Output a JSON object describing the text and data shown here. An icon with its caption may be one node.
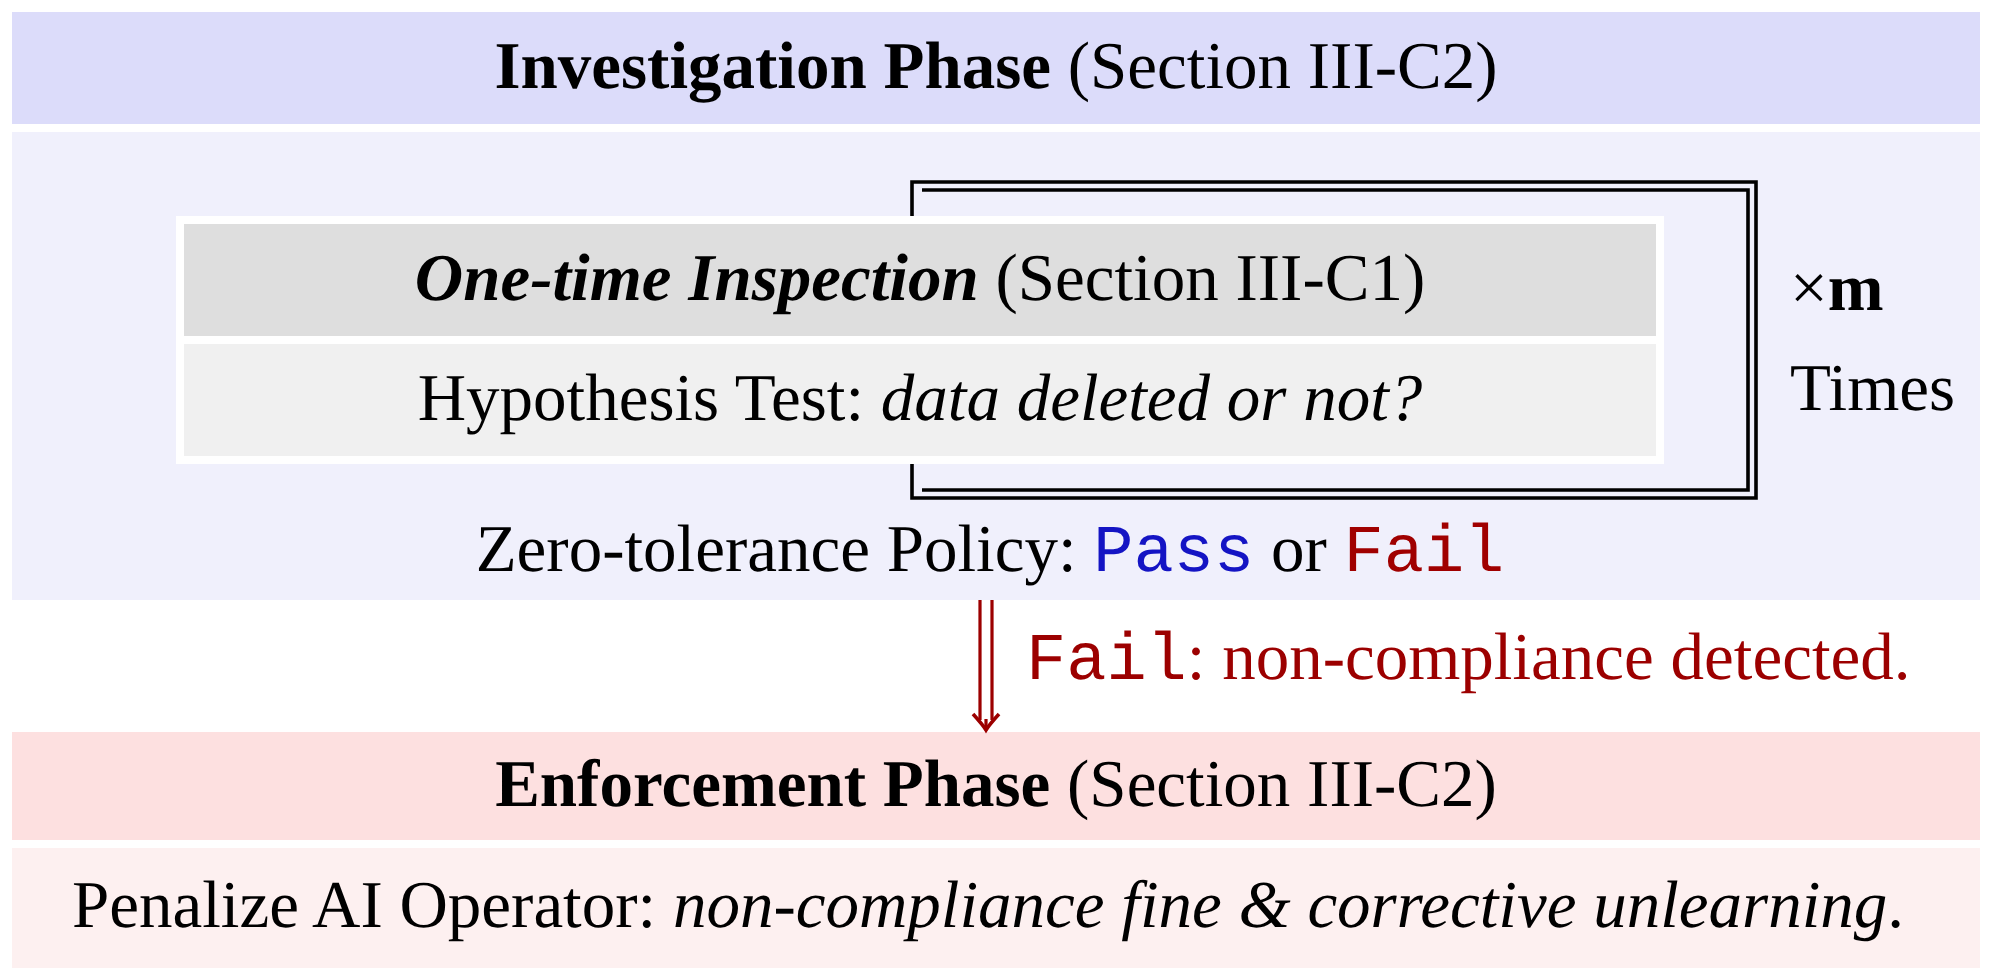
{
  "diagram": {
    "nodes": [
      {
        "text": [
          "**Investigation Phase** (Section III-C2)",
          "Zero-tolerance Policy: Pass or Fail"
        ]
      },
      {
        "text": [
          "**One-time Inspection** (Section III-C1)",
          "Hypothesis Test: *data deleted or not?*"
        ],
        "in": 0,
        "beside": [
          "×**m** Times"
        ]
      },
      {
        "text": [
          "**Enforcement Phase** (Section III-C2)",
          "Penalize AI Operator: *non-compliance fine & corrective unlearning*."
        ]
      }
    ],
    "edges": [
      {
        "from": 0,
        "to": 2,
        "arrow": "to",
        "label": "Fail: non-compliance detected.",
        "color": "#9c0000"
      }
    ]
  }
}
